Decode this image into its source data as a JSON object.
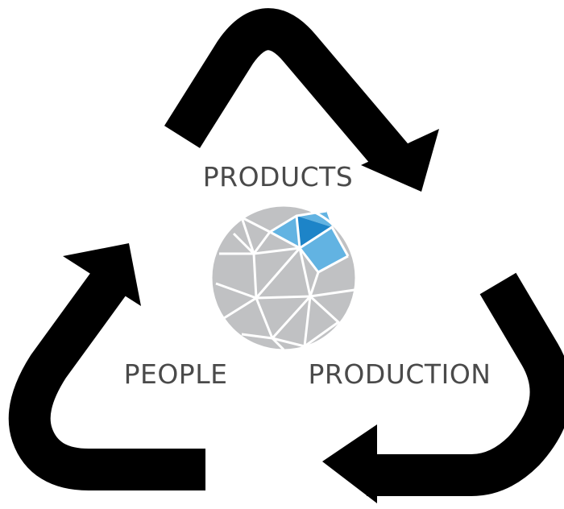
{
  "labels": {
    "products": "PRODUCTS",
    "people": "PEOPLE",
    "production": "PRODUCTION"
  },
  "colors": {
    "arrow": "#000000",
    "text": "#4a4a4a",
    "sphere_gray": "#c0c1c3",
    "sphere_light_blue": "#62b3e2",
    "sphere_blue": "#1d84c8",
    "sphere_lines": "#ffffff"
  },
  "icons": [
    "recycle-arrow-top",
    "recycle-arrow-right",
    "recycle-arrow-left",
    "geodesic-sphere-icon"
  ]
}
